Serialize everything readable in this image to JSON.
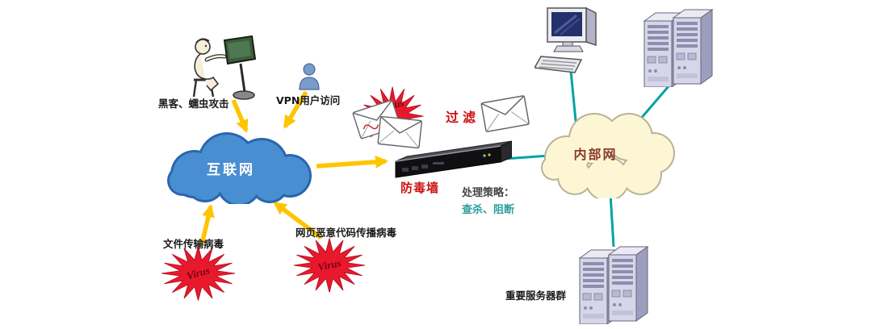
{
  "diagram": {
    "type": "network-security-topology",
    "nodes": {
      "hacker": {
        "label": "黑客、蠕虫攻击",
        "icon": "hacker-at-computer-icon"
      },
      "vpn_user": {
        "label": "VPN用户访问",
        "icon": "person-icon"
      },
      "internet": {
        "label": "互联网",
        "icon": "cloud-icon"
      },
      "mail_virus": {
        "virus_label": "Virus",
        "icon": "envelope-icon"
      },
      "filter": {
        "label": "过滤"
      },
      "clean_mail": {
        "icon": "envelope-icon"
      },
      "firewall": {
        "label": "防毒墙",
        "icon": "rack-appliance-icon"
      },
      "strategy": {
        "title": "处理策略：",
        "actions": "查杀、阻断"
      },
      "intranet": {
        "label": "内部网",
        "icon": "cloud-icon"
      },
      "workstation": {
        "icon": "desktop-computer-icon"
      },
      "servers_top": {
        "icon": "server-towers-icon"
      },
      "server_group": {
        "label": "重要服务器群",
        "icon": "server-towers-icon"
      },
      "file_virus": {
        "label": "文件传输病毒",
        "virus_label": "Virus"
      },
      "web_virus": {
        "label": "网页恶意代码传播病毒",
        "virus_label": "Virus"
      }
    },
    "colors": {
      "internet_cloud": "#4a8ed2",
      "internet_cloud_edge": "#2a66ad",
      "internet_label": "#ffffff",
      "intranet_cloud": "#fdf6d5",
      "intranet_cloud_edge": "#b9b296",
      "intranet_label": "#8a3a2a",
      "arrow": "#ffc400",
      "link": "#00a3a6",
      "virus_star": "#e8192c",
      "virus_text": "#7a0010",
      "red_label": "#cc1111",
      "teal_label": "#2f9d9d",
      "dark_label": "#1a1a1a"
    }
  }
}
